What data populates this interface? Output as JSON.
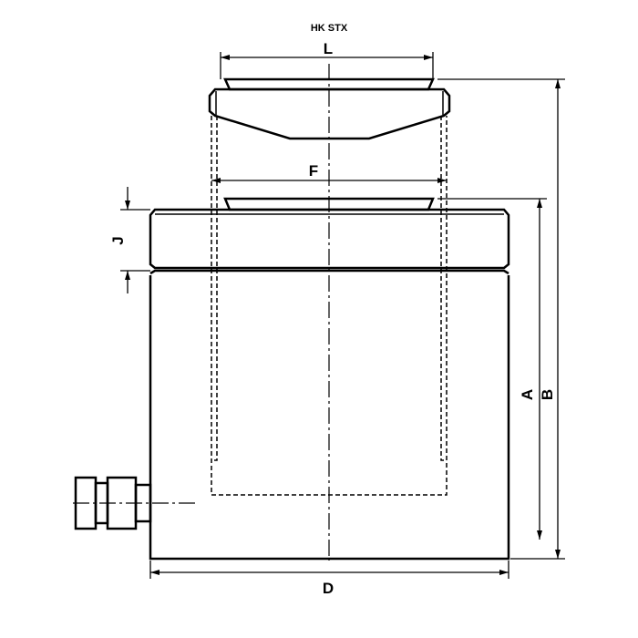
{
  "title": "HK STX",
  "labels": {
    "L": "L",
    "F": "F",
    "J": "J",
    "A": "A",
    "B": "B",
    "D": "D"
  },
  "colors": {
    "line": "#000000",
    "background": "#ffffff"
  }
}
